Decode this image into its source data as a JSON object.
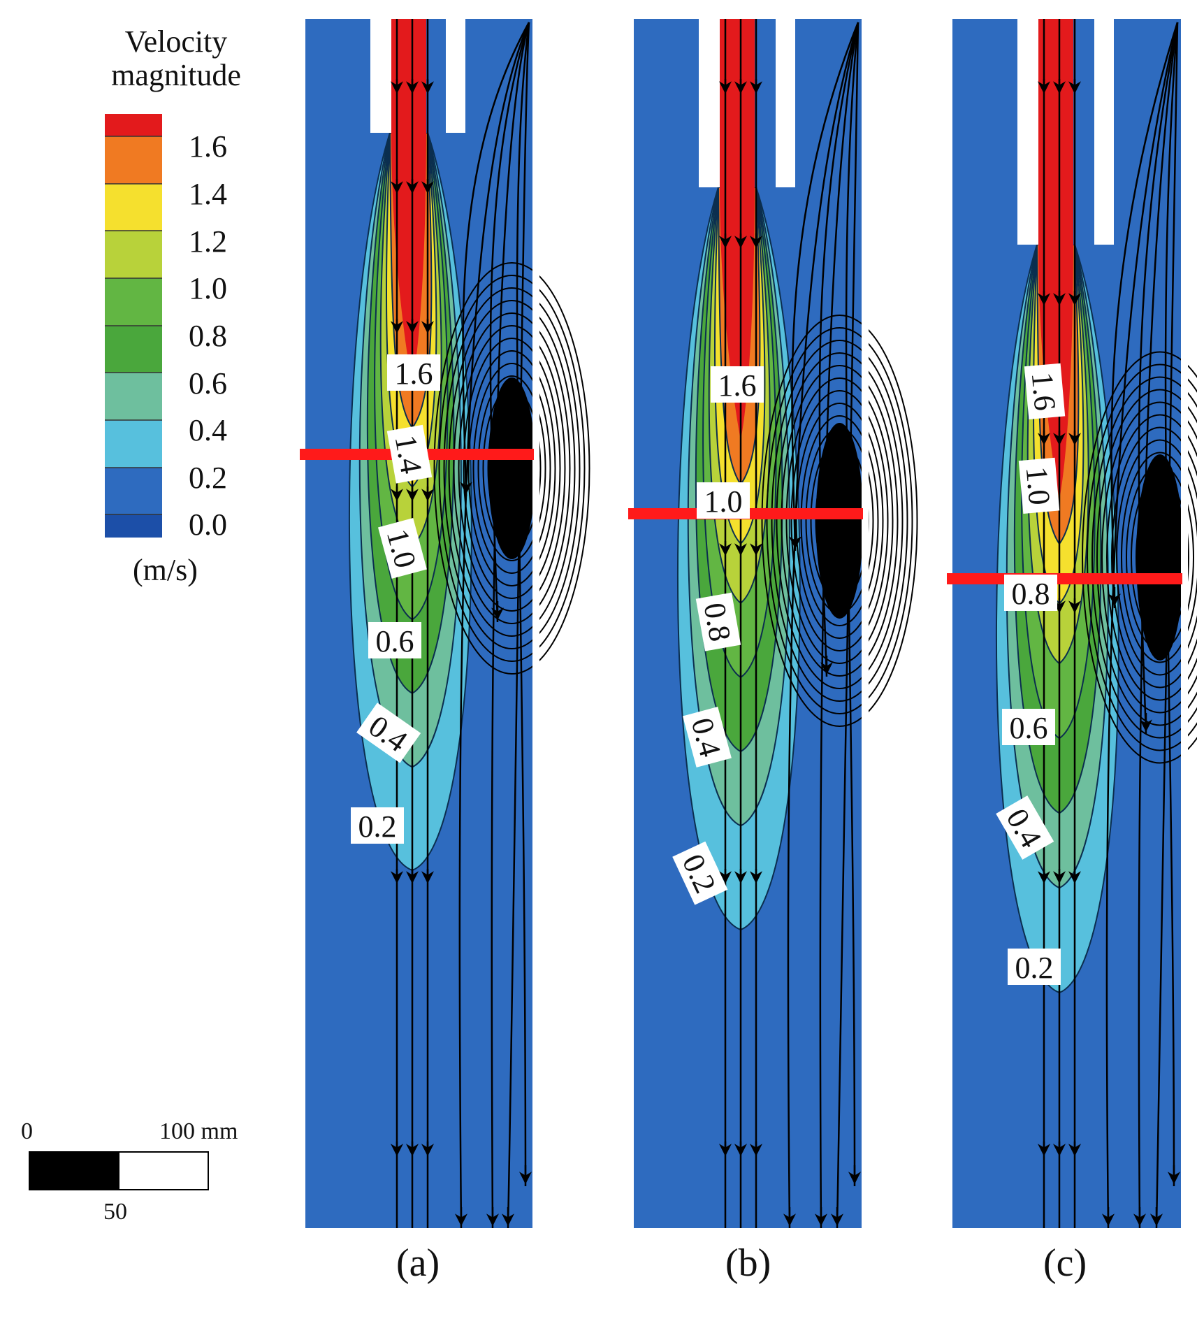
{
  "legend": {
    "title_line1": "Velocity",
    "title_line2": "magnitude",
    "unit": "(m/s)",
    "ticks": [
      "1.6",
      "1.4",
      "1.2",
      "1.0",
      "0.8",
      "0.6",
      "0.4",
      "0.2",
      "0.0"
    ],
    "colors": [
      "#e31a1c",
      "#f07a22",
      "#f5e02e",
      "#b8d23a",
      "#62b643",
      "#4aa73c",
      "#6ebf9e",
      "#57c0dd",
      "#2e6bbf",
      "#1c4fa8"
    ]
  },
  "scale_bar": {
    "label_start": "0",
    "label_end": "100 mm",
    "label_mid": "50"
  },
  "panels": [
    {
      "label": "(a)",
      "contour_labels": [
        {
          "text": "1.6",
          "rot": 0
        },
        {
          "text": "1.4",
          "rot": 80
        },
        {
          "text": "1.0",
          "rot": 75
        },
        {
          "text": "0.6",
          "rot": 0
        },
        {
          "text": "0.4",
          "rot": 35
        },
        {
          "text": "0.2",
          "rot": 0
        }
      ]
    },
    {
      "label": "(b)",
      "contour_labels": [
        {
          "text": "1.6",
          "rot": 0
        },
        {
          "text": "1.0",
          "rot": 0
        },
        {
          "text": "0.8",
          "rot": 80
        },
        {
          "text": "0.4",
          "rot": 75
        },
        {
          "text": "0.2",
          "rot": 65
        }
      ]
    },
    {
      "label": "(c)",
      "contour_labels": [
        {
          "text": "1.6",
          "rot": 85
        },
        {
          "text": "1.0",
          "rot": 85
        },
        {
          "text": "0.8",
          "rot": 0
        },
        {
          "text": "0.6",
          "rot": 0
        },
        {
          "text": "0.4",
          "rot": 60
        },
        {
          "text": "0.2",
          "rot": 0
        }
      ]
    }
  ]
}
